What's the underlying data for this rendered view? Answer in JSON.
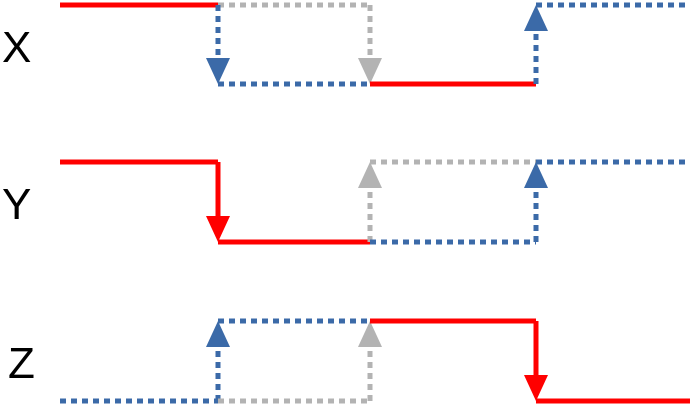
{
  "rows": [
    {
      "label": "X",
      "segments": [
        {
          "kind": "solid",
          "color_key": "red",
          "from": [
            "t0",
            "high"
          ],
          "to": [
            "t1",
            "high"
          ]
        },
        {
          "kind": "dotted",
          "color_key": "gray",
          "from": [
            "t1",
            "high"
          ],
          "to": [
            "t2",
            "high"
          ]
        },
        {
          "kind": "dotted",
          "color_key": "gray",
          "from": [
            "t2",
            "high"
          ],
          "to": [
            "t2",
            "low"
          ],
          "arrow": "down"
        },
        {
          "kind": "dotted",
          "color_key": "blue",
          "from": [
            "t1",
            "high"
          ],
          "to": [
            "t1",
            "low"
          ],
          "arrow": "down"
        },
        {
          "kind": "dotted",
          "color_key": "blue",
          "from": [
            "t1",
            "low"
          ],
          "to": [
            "t2",
            "low"
          ]
        },
        {
          "kind": "solid",
          "color_key": "red",
          "from": [
            "t2",
            "low"
          ],
          "to": [
            "t3",
            "low"
          ]
        },
        {
          "kind": "dotted",
          "color_key": "blue",
          "from": [
            "t3",
            "low"
          ],
          "to": [
            "t3",
            "high"
          ],
          "arrow": "up"
        },
        {
          "kind": "dotted",
          "color_key": "blue",
          "from": [
            "t3",
            "high"
          ],
          "to": [
            "t4",
            "high"
          ]
        }
      ]
    },
    {
      "label": "Y",
      "segments": [
        {
          "kind": "solid",
          "color_key": "red",
          "from": [
            "t0",
            "high"
          ],
          "to": [
            "t1",
            "high"
          ]
        },
        {
          "kind": "solid",
          "color_key": "red",
          "from": [
            "t1",
            "high"
          ],
          "to": [
            "t1",
            "low"
          ],
          "arrow": "down"
        },
        {
          "kind": "solid",
          "color_key": "red",
          "from": [
            "t1",
            "low"
          ],
          "to": [
            "t2",
            "low"
          ]
        },
        {
          "kind": "dotted",
          "color_key": "gray",
          "from": [
            "t2",
            "low"
          ],
          "to": [
            "t2",
            "high"
          ],
          "arrow": "up"
        },
        {
          "kind": "dotted",
          "color_key": "gray",
          "from": [
            "t2",
            "high"
          ],
          "to": [
            "t3",
            "high"
          ]
        },
        {
          "kind": "dotted",
          "color_key": "blue",
          "from": [
            "t2",
            "low"
          ],
          "to": [
            "t3",
            "low"
          ]
        },
        {
          "kind": "dotted",
          "color_key": "blue",
          "from": [
            "t3",
            "low"
          ],
          "to": [
            "t3",
            "high"
          ],
          "arrow": "up"
        },
        {
          "kind": "dotted",
          "color_key": "blue",
          "from": [
            "t3",
            "high"
          ],
          "to": [
            "t4",
            "high"
          ]
        }
      ]
    },
    {
      "label": "Z",
      "segments": [
        {
          "kind": "dotted",
          "color_key": "blue",
          "from": [
            "t0",
            "low"
          ],
          "to": [
            "t1",
            "low"
          ]
        },
        {
          "kind": "dotted",
          "color_key": "blue",
          "from": [
            "t1",
            "low"
          ],
          "to": [
            "t1",
            "high"
          ],
          "arrow": "up"
        },
        {
          "kind": "dotted",
          "color_key": "blue",
          "from": [
            "t1",
            "high"
          ],
          "to": [
            "t2",
            "high"
          ]
        },
        {
          "kind": "dotted",
          "color_key": "gray",
          "from": [
            "t1",
            "low"
          ],
          "to": [
            "t2",
            "low"
          ]
        },
        {
          "kind": "dotted",
          "color_key": "gray",
          "from": [
            "t2",
            "low"
          ],
          "to": [
            "t2",
            "high"
          ],
          "arrow": "up"
        },
        {
          "kind": "solid",
          "color_key": "red",
          "from": [
            "t2",
            "high"
          ],
          "to": [
            "t3",
            "high"
          ]
        },
        {
          "kind": "solid",
          "color_key": "red",
          "from": [
            "t3",
            "high"
          ],
          "to": [
            "t3",
            "low"
          ],
          "arrow": "down"
        },
        {
          "kind": "solid",
          "color_key": "red",
          "from": [
            "t3",
            "low"
          ],
          "to": [
            "t4",
            "low"
          ]
        }
      ]
    }
  ],
  "colors": {
    "red": "#ff0000",
    "blue": "#3b6aa8",
    "gray": "#b3b3b3",
    "text": "#000000"
  }
}
